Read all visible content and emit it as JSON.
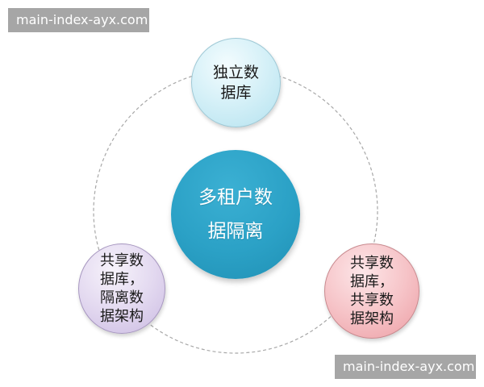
{
  "diagram": {
    "title": "多租户数据隔离",
    "center_node": {
      "lines": [
        "多租户数",
        "据隔离"
      ],
      "color": "#2ba1c6"
    },
    "nodes": [
      {
        "position": "top",
        "lines": [
          "独立数",
          "据库"
        ],
        "color": "#d7f1f8"
      },
      {
        "position": "bottom-left",
        "lines": [
          "共享数",
          "据库，",
          "隔离数",
          "据架构"
        ],
        "color": "#e3d9f0"
      },
      {
        "position": "bottom-right",
        "lines": [
          "共享数",
          "据库，",
          "共享数",
          "据架构"
        ],
        "color": "#f6c4c8"
      }
    ],
    "connector": {
      "style": "dashed-circle",
      "color": "#a8a8a8"
    }
  },
  "watermarks": {
    "top": "main-index-ayx.com",
    "bottom": "main-index-ayx.com"
  }
}
